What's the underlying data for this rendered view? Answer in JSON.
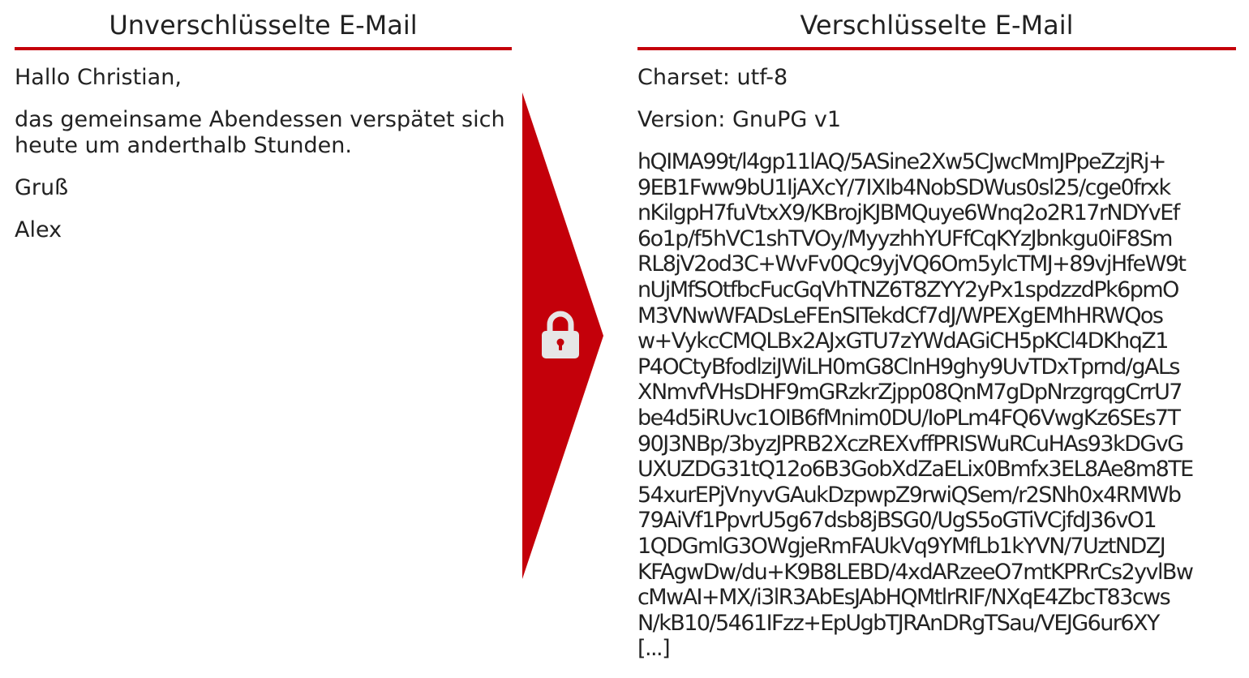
{
  "colors": {
    "accent": "#c4000a",
    "text": "#222222",
    "lock": "#e6e6e6"
  },
  "icons": {
    "arrow": "chevron-arrow-icon",
    "lock": "padlock-icon"
  },
  "left_panel": {
    "title": "Unverschlüsselte E-Mail",
    "paragraphs": [
      "Hallo Christian,",
      "das gemeinsame Abendessen verspätet sich\nheute um anderthalb Stunden.",
      "Gruß",
      "Alex"
    ]
  },
  "right_panel": {
    "title": "Verschlüsselte E-Mail",
    "charset": "Charset: utf-8",
    "version": "Version: GnuPG v1",
    "cipher_lines": [
      "hQIMA99t/l4gp11lAQ/5ASine2Xw5CJwcMmJPpeZzjRj+",
      "9EB1Fww9bU1IjAXcY/7IXIb4NobSDWus0sl25/cge0frxk",
      "nKilgpH7fuVtxX9/KBrojKJBMQuye6Wnq2o2R17rNDYvEf",
      "6o1p/f5hVC1shTVOy/MyyzhhYUFfCqKYzJbnkgu0iF8Sm",
      "RL8jV2od3C+WvFv0Qc9yjVQ6Om5ylcTMJ+89vjHfeW9t",
      "nUjMfSOtfbcFucGqVhTNZ6T8ZYY2yPx1spdzzdPk6pmO",
      "M3VNwWFADsLeFEnSITekdCf7dJ/WPEXgEMhHRWQos",
      "w+VykcCMQLBx2AJxGTU7zYWdAGiCH5pKCl4DKhqZ1",
      "P4OCtyBfodlziJWiLH0mG8ClnH9ghy9UvTDxTprnd/gALs",
      "XNmvfVHsDHF9mGRzkrZjpp08QnM7gDpNrzgrqgCrrU7",
      "be4d5iRUvc1OIB6fMnim0DU/IoPLm4FQ6VwgKz6SEs7T",
      "90J3NBp/3byzJPRB2XczREXvffPRISWuRCuHAs93kDGvG",
      "UXUZDG31tQ12o6B3GobXdZaELix0Bmfx3EL8Ae8m8TE",
      "54xurEPjVnyvGAukDzpwpZ9rwiQSem/r2SNh0x4RMWb",
      "79AiVf1PpvrU5g67dsb8jBSG0/UgS5oGTiVCjfdJ36vO1",
      "1QDGmlG3OWgjeRmFAUkVq9YMfLb1kYVN/7UztNDZJ",
      "KFAgwDw/du+K9B8LEBD/4xdARzeeO7mtKPRrCs2yvlBw",
      "cMwAI+MX/i3lR3AbEsJAbHQMtlrRIF/NXqE4ZbcT83cws",
      "N/kB10/5461IFzz+EpUgbTJRAnDRgTSau/VEJG6ur6XY",
      "[...]"
    ]
  }
}
